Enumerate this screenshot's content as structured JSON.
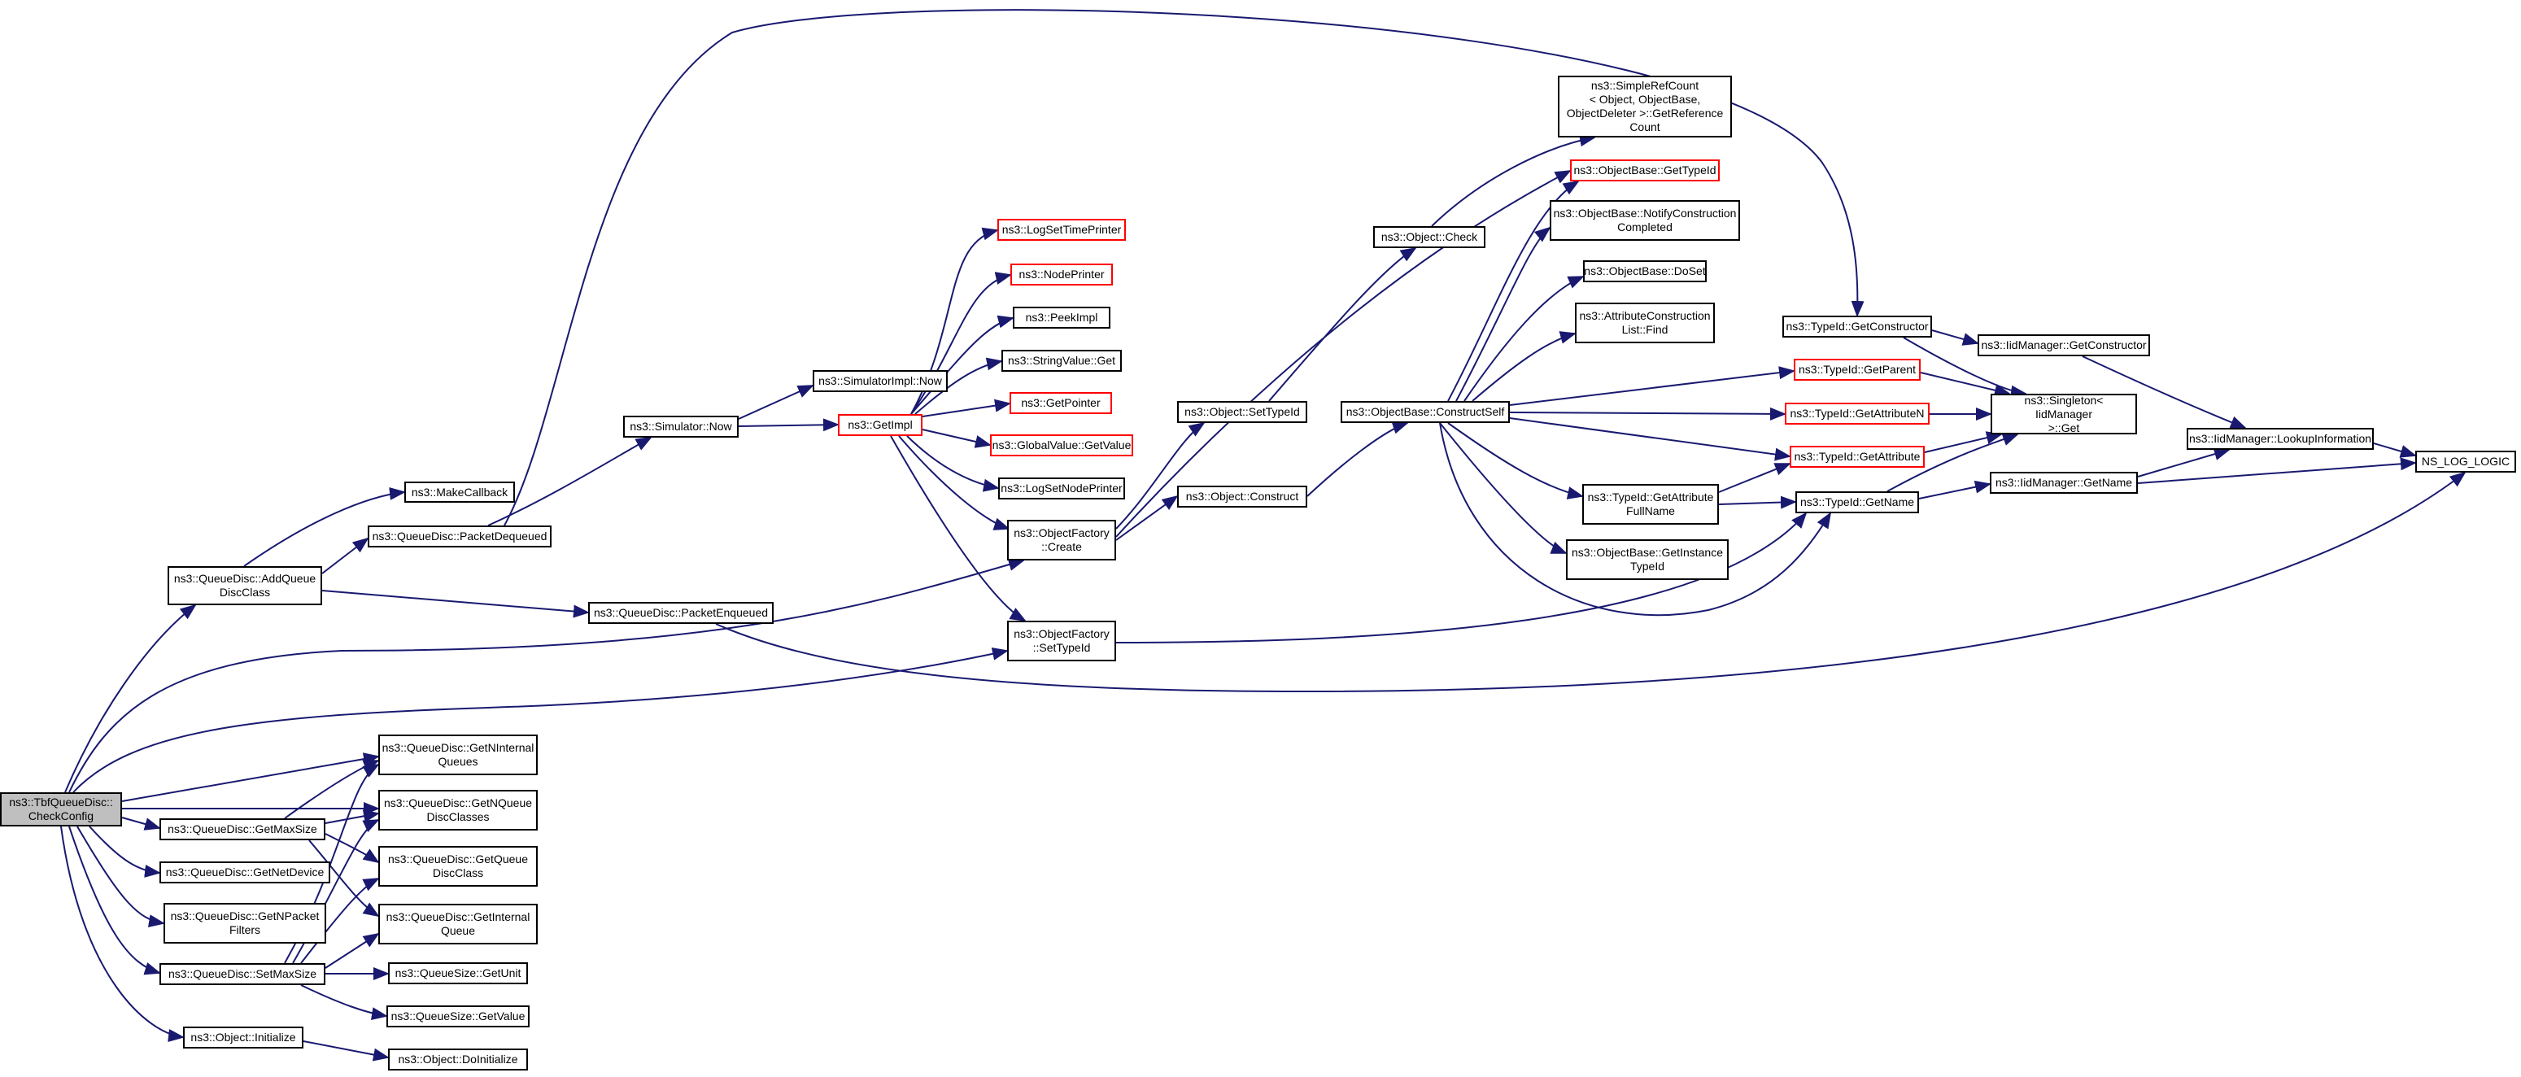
{
  "colors": {
    "edge": "#191970",
    "root_fill": "#bfbfbf",
    "truncated_border": "#ff0000",
    "node_border": "#000000"
  },
  "nodes": {
    "root": "ns3::TbfQueueDisc::\nCheckConfig",
    "add_queue_disc_class": "ns3::QueueDisc::AddQueue\nDiscClass",
    "get_max_size": "ns3::QueueDisc::GetMaxSize",
    "get_net_device": "ns3::QueueDisc::GetNetDevice",
    "get_n_packet_filters": "ns3::QueueDisc::GetNPacket\nFilters",
    "set_max_size": "ns3::QueueDisc::SetMaxSize",
    "object_initialize": "ns3::Object::Initialize",
    "make_callback": "ns3::MakeCallback",
    "packet_dequeued": "ns3::QueueDisc::PacketDequeued",
    "packet_enqueued": "ns3::QueueDisc::PacketEnqueued",
    "get_n_internal_queues": "ns3::QueueDisc::GetNInternal\nQueues",
    "get_n_queue_disc_classes": "ns3::QueueDisc::GetNQueue\nDiscClasses",
    "get_queue_disc_class": "ns3::QueueDisc::GetQueue\nDiscClass",
    "get_internal_queue": "ns3::QueueDisc::GetInternal\nQueue",
    "queue_size_get_unit": "ns3::QueueSize::GetUnit",
    "queue_size_get_value": "ns3::QueueSize::GetValue",
    "object_do_initialize": "ns3::Object::DoInitialize",
    "simulator_now": "ns3::Simulator::Now",
    "simulator_impl_now": "ns3::SimulatorImpl::Now",
    "get_impl": "ns3::GetImpl",
    "log_set_time_printer": "ns3::LogSetTimePrinter",
    "node_printer": "ns3::NodePrinter",
    "peek_impl": "ns3::PeekImpl",
    "string_value_get": "ns3::StringValue::Get",
    "get_pointer": "ns3::GetPointer",
    "global_value_get_value": "ns3::GlobalValue::GetValue",
    "log_set_node_printer": "ns3::LogSetNodePrinter",
    "object_factory_create": "ns3::ObjectFactory\n::Create",
    "object_factory_set_type_id": "ns3::ObjectFactory\n::SetTypeId",
    "object_set_type_id": "ns3::Object::SetTypeId",
    "object_construct": "ns3::Object::Construct",
    "object_check": "ns3::Object::Check",
    "object_base_construct_self": "ns3::ObjectBase::ConstructSelf",
    "simple_ref_count": "ns3::SimpleRefCount\n< Object, ObjectBase,\nObjectDeleter >::GetReference\nCount",
    "object_base_get_type_id": "ns3::ObjectBase::GetTypeId",
    "object_base_notify_construction_completed": "ns3::ObjectBase::NotifyConstruction\nCompleted",
    "object_base_do_set": "ns3::ObjectBase::DoSet",
    "attribute_construction_list_find": "ns3::AttributeConstruction\nList::Find",
    "type_id_get_attribute_full_name": "ns3::TypeId::GetAttribute\nFullName",
    "object_base_get_instance_type_id": "ns3::ObjectBase::GetInstance\nTypeId",
    "type_id_get_constructor": "ns3::TypeId::GetConstructor",
    "type_id_get_parent": "ns3::TypeId::GetParent",
    "type_id_get_attribute_n": "ns3::TypeId::GetAttributeN",
    "type_id_get_attribute": "ns3::TypeId::GetAttribute",
    "type_id_get_name": "ns3::TypeId::GetName",
    "iid_manager_get_constructor": "ns3::IidManager::GetConstructor",
    "singleton_iid_manager_get": "ns3::Singleton< IidManager\n>::Get",
    "iid_manager_get_name": "ns3::IidManager::GetName",
    "iid_manager_lookup_information": "ns3::IidManager::LookupInformation",
    "ns_log_logic": "NS_LOG_LOGIC"
  }
}
